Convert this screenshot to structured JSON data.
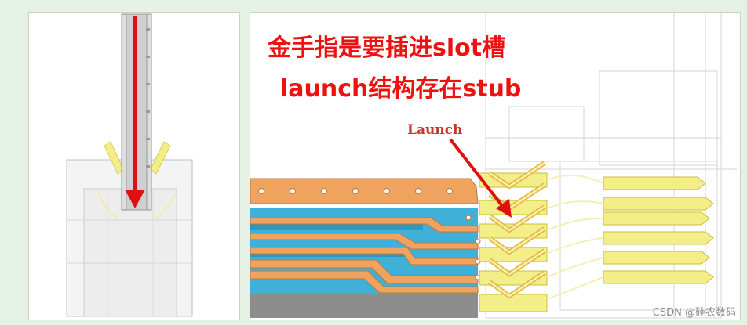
{
  "caption": {
    "line1": "金手指是要插进slot槽",
    "line2": "launch结构存在stub"
  },
  "label": {
    "launch": "Launch"
  },
  "watermark": "CSDN @硅农数码",
  "colors": {
    "copper": "#f0a35e",
    "dielectric": "#3fb1d8",
    "pin_yellow": "#f4ee88",
    "arrow_red": "#e01010",
    "caption_red": "#ee1111",
    "ground_gray": "#8d8d8d"
  }
}
